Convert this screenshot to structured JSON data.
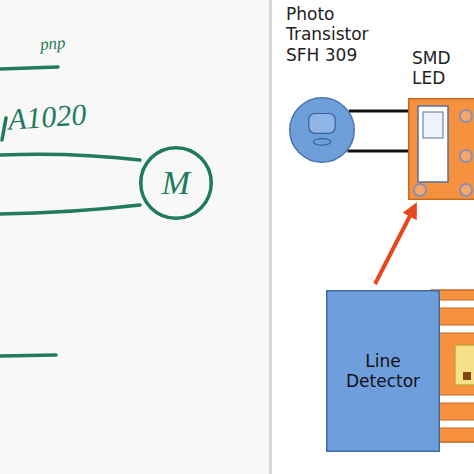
{
  "diagram": {
    "nodes": [
      {
        "text": [
          "M"
        ]
      },
      {
        "text": [
          "Photo Transistor SFH 309"
        ]
      },
      {
        "text": [
          "SMD LED"
        ]
      },
      {
        "text": [
          "Line Detector"
        ]
      }
    ],
    "edges": [
      {
        "from": 1,
        "to": 2,
        "arrow": "none"
      },
      {
        "from": 1,
        "to": 2,
        "arrow": "none"
      },
      {
        "from": 3,
        "to": 2,
        "arrow": "to"
      }
    ],
    "labels": [
      "pnp",
      "A1020"
    ]
  }
}
